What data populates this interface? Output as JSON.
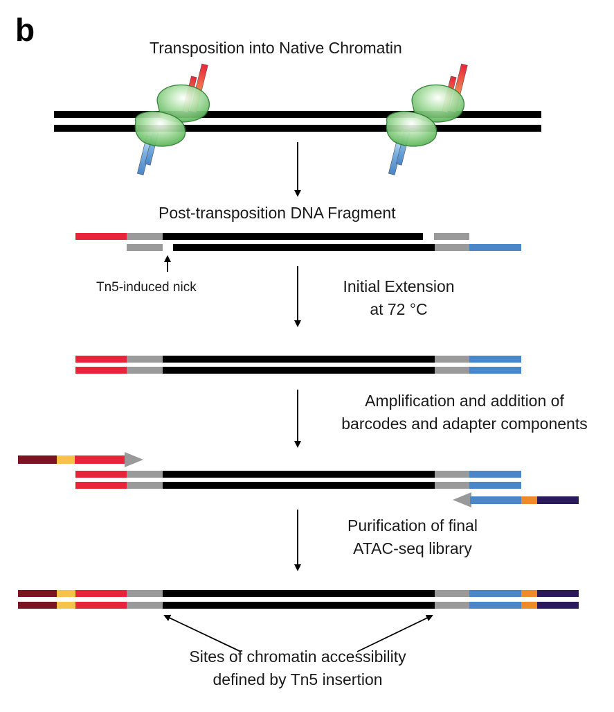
{
  "panel_label": "b",
  "steps": {
    "transposition": "Transposition into Native Chromatin",
    "fragment": "Post-transposition DNA Fragment",
    "nick": "Tn5-induced nick",
    "extension_line1": "Initial Extension",
    "extension_line2": "at 72 °C",
    "amplification_line1": "Amplification and addition of",
    "amplification_line2": "barcodes and adapter components",
    "purification_line1": "Purification of final",
    "purification_line2": "ATAC-seq library",
    "sites_line1": "Sites of chromatin accessibility",
    "sites_line2": "defined by Tn5 insertion"
  },
  "colors": {
    "dna": "#000000",
    "adapter_red": "#e8243a",
    "adapter_blue": "#4a86c8",
    "linker_gray": "#9a9a9a",
    "barcode_dark_red": "#7a1420",
    "barcode_yellow": "#f6c24a",
    "barcode_orange": "#ef8a2a",
    "barcode_navy": "#2b1a5a",
    "primer_arrow_gray": "#999999",
    "transposase_green": "#5fbf5a"
  }
}
